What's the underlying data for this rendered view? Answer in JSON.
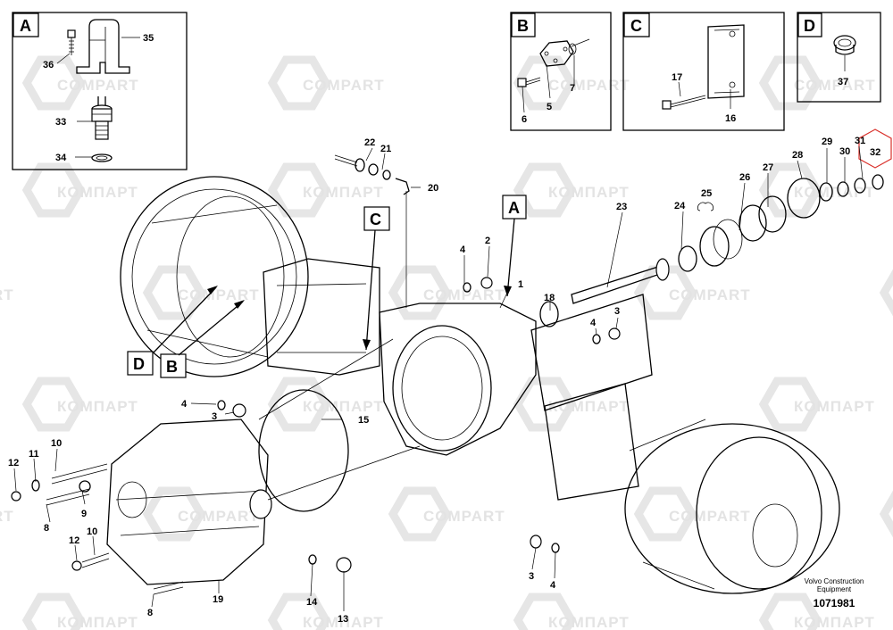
{
  "watermark": {
    "latin": "COMPART",
    "cyrillic": "КОМПАРТ"
  },
  "detail_boxes": [
    {
      "letter": "A",
      "parts": [
        "35",
        "36",
        "33",
        "34"
      ]
    },
    {
      "letter": "B",
      "parts": [
        "7",
        "6",
        "5"
      ]
    },
    {
      "letter": "C",
      "parts": [
        "17",
        "16"
      ]
    },
    {
      "letter": "D",
      "parts": [
        "37"
      ]
    }
  ],
  "view_markers": [
    "A",
    "B",
    "C",
    "D"
  ],
  "part_numbers": [
    "1",
    "2",
    "3",
    "4",
    "5",
    "6",
    "7",
    "8",
    "9",
    "10",
    "11",
    "12",
    "13",
    "14",
    "15",
    "16",
    "17",
    "18",
    "19",
    "20",
    "21",
    "22",
    "23",
    "24",
    "25",
    "26",
    "27",
    "28",
    "29",
    "30",
    "31",
    "32",
    "33",
    "34",
    "35",
    "36",
    "37"
  ],
  "highlighted_part": "32",
  "credit": {
    "line1": "Volvo Construction",
    "line2": "Equipment"
  },
  "document_number": "1071981"
}
